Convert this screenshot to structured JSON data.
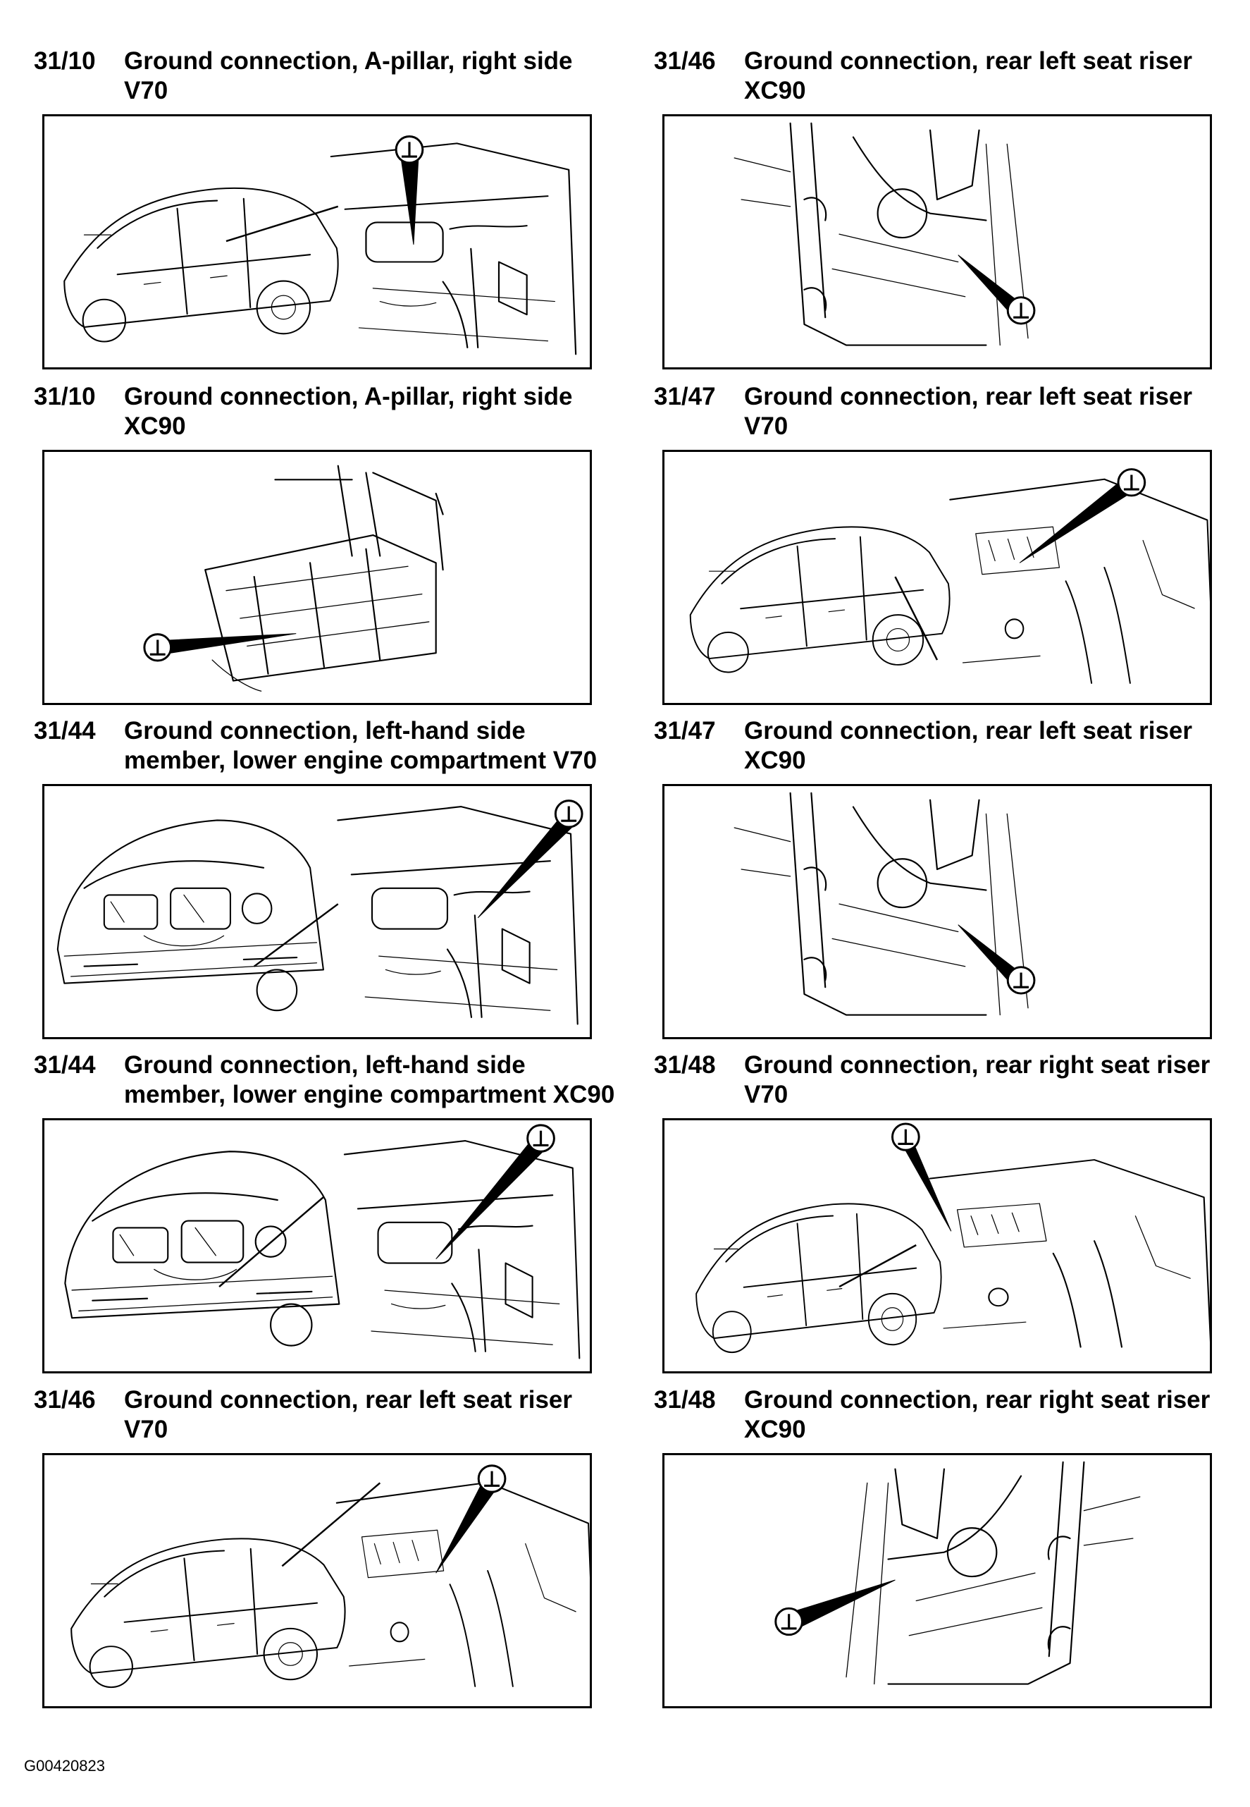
{
  "entries": [
    {
      "code": "31/10",
      "line1": "Ground connection, A-pillar, right side",
      "line2": "V70"
    },
    {
      "code": "31/46",
      "line1": "Ground connection, rear left seat riser",
      "line2": "XC90"
    },
    {
      "code": "31/10",
      "line1": "Ground connection, A-pillar, right side",
      "line2": "XC90"
    },
    {
      "code": "31/47",
      "line1": "Ground connection, rear left seat riser",
      "line2": "V70"
    },
    {
      "code": "31/44",
      "line1": "Ground connection, left-hand side",
      "line2": "member, lower engine compartment V70"
    },
    {
      "code": "31/47",
      "line1": "Ground connection, rear left seat riser",
      "line2": "XC90"
    },
    {
      "code": "31/44",
      "line1": "Ground connection, left-hand side",
      "line2": "member, lower engine compartment XC90"
    },
    {
      "code": "31/48",
      "line1": "Ground connection, rear right seat riser",
      "line2": "V70"
    },
    {
      "code": "31/46",
      "line1": "Ground connection, rear left seat riser",
      "line2": "V70"
    },
    {
      "code": "31/48",
      "line1": "Ground connection, rear right seat riser",
      "line2": "XC90"
    }
  ],
  "footer": "G00420823",
  "icons": {
    "ground_symbol": "ground-symbol-icon"
  }
}
